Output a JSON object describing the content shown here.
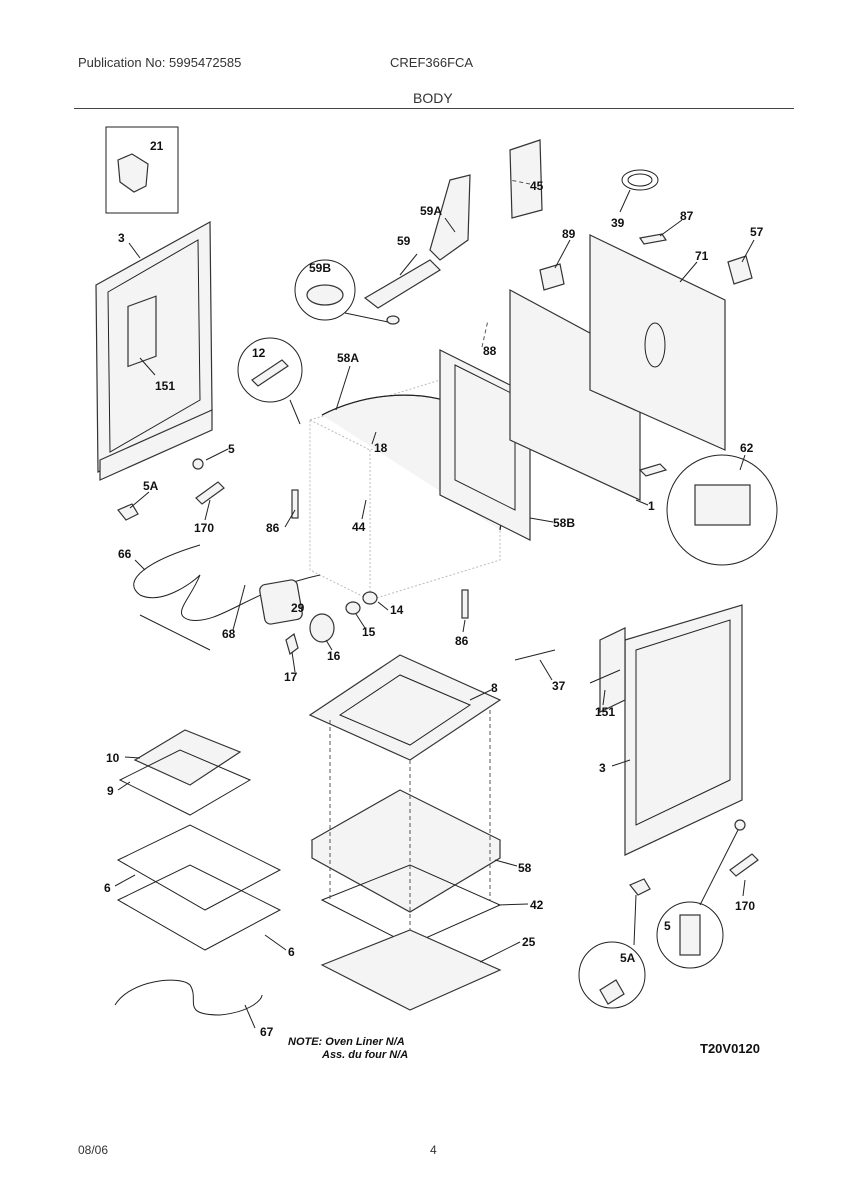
{
  "header": {
    "publication": "Publication No: 5995472585",
    "model": "CREF366FCA",
    "section": "BODY"
  },
  "footer": {
    "date": "08/06",
    "page": "4"
  },
  "diagram": {
    "code": "T20V0120",
    "note_line1": "NOTE: Oven Liner N/A",
    "note_line2": "Ass. du four N/A",
    "labels": {
      "p21": "21",
      "p3a": "3",
      "p151a": "151",
      "p5a": "5",
      "p5Aa": "5A",
      "p170a": "170",
      "p12": "12",
      "p58A": "58A",
      "p18": "18",
      "p86a": "86",
      "p44": "44",
      "p59B": "59B",
      "p59": "59",
      "p59A": "59A",
      "p45": "45",
      "p39": "39",
      "p87": "87",
      "p57": "57",
      "p89": "89",
      "p71": "71",
      "p88": "88",
      "p62": "62",
      "p1": "1",
      "p58B": "58B",
      "p66": "66",
      "p68": "68",
      "p29": "29",
      "p14": "14",
      "p15": "15",
      "p16": "16",
      "p17": "17",
      "p86b": "86",
      "p8": "8",
      "p37": "37",
      "p151b": "151",
      "p3b": "3",
      "p10": "10",
      "p9": "9",
      "p6a": "6",
      "p6b": "6",
      "p58": "58",
      "p42": "42",
      "p25": "25",
      "p67": "67",
      "p170b": "170",
      "p5b": "5",
      "p5Ab": "5A"
    }
  }
}
